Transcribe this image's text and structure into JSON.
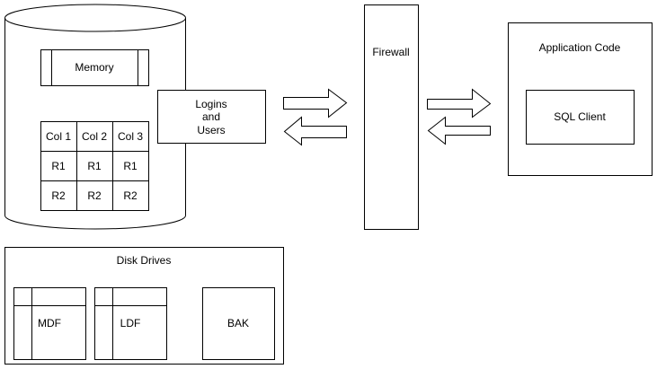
{
  "database": {
    "memory_label": "Memory",
    "table": {
      "headers": [
        "Col 1",
        "Col 2",
        "Col 3"
      ],
      "rows": [
        [
          "R1",
          "R1",
          "R1"
        ],
        [
          "R2",
          "R2",
          "R2"
        ]
      ]
    }
  },
  "logins": {
    "lines": [
      "Logins",
      "and",
      "Users"
    ]
  },
  "firewall": {
    "label": "Firewall"
  },
  "application": {
    "title": "Application Code",
    "client_label": "SQL Client"
  },
  "disk": {
    "title": "Disk Drives",
    "files": [
      "MDF",
      "LDF",
      "BAK"
    ]
  }
}
